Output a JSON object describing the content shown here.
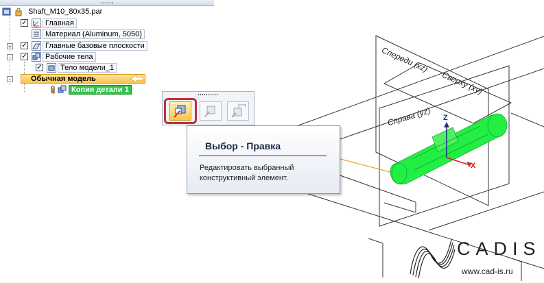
{
  "feature_tree": {
    "root": {
      "label": "Shaft_M10_80x35.par",
      "icon": "part-file-icon"
    },
    "items": [
      {
        "label": "Главная",
        "checked": true,
        "icon": "coordinate-system-icon"
      },
      {
        "label": "Материал (Aluminum, 5050)",
        "icon": "material-icon"
      },
      {
        "label": "Главные базовые плоскости",
        "checked": true,
        "expander": "+",
        "icon": "planes-icon"
      },
      {
        "label": "Рабочие тела",
        "checked": true,
        "expander": "-",
        "icon": "bodies-icon"
      },
      {
        "label": "Тело модели_1",
        "checked": true,
        "icon": "body-icon"
      },
      {
        "label": "Обычная модель",
        "expander": "-",
        "state": "highlighted-orange"
      },
      {
        "label": "Копия детали 1",
        "state": "selected-green",
        "icon": "part-copy-icon"
      }
    ]
  },
  "toolbar": {
    "buttons": [
      {
        "name": "select-edit",
        "active": true
      },
      {
        "name": "select-disabled",
        "active": false
      },
      {
        "name": "dimension-edit",
        "active": false
      }
    ]
  },
  "tooltip": {
    "title": "Выбор - Правка",
    "description": "Редактировать выбранный\nконструктивный элемент."
  },
  "viewport": {
    "planes": {
      "front": "Спереди (xz)",
      "top": "Сверху (xy)",
      "right": "Справа (yz)"
    },
    "axes": {
      "z": "Z",
      "x": "X"
    },
    "part_color": "#22ee44"
  },
  "logo": {
    "brand": "CADIS",
    "url": "www.cad-is.ru"
  },
  "colors": {
    "highlight_red": "#c0303a",
    "tree_orange": "#f7c34d",
    "tree_green": "#33c24a",
    "axis_z": "#1a2a8a",
    "axis_x": "#d62020"
  }
}
